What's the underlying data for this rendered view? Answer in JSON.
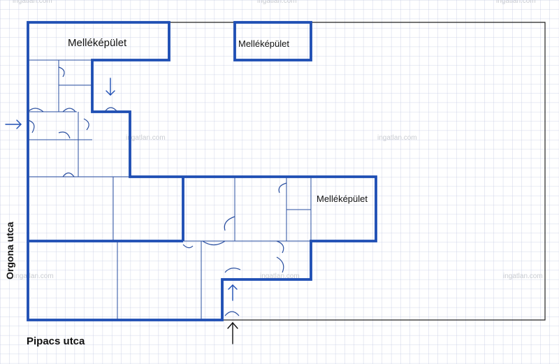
{
  "labels": {
    "outbuilding_top_left": "Melléképület",
    "outbuilding_top_center": "Melléképület",
    "outbuilding_right": "Melléképület"
  },
  "streets": {
    "west": "Orgona utca",
    "south": "Pipacs utca"
  },
  "watermark": "ingatlan.com",
  "colors": {
    "wall": "#1f4fb4",
    "thin_line": "#2a4fa0",
    "grid": "#c5cbe3",
    "lot_line": "#222222",
    "text": "#111111"
  }
}
